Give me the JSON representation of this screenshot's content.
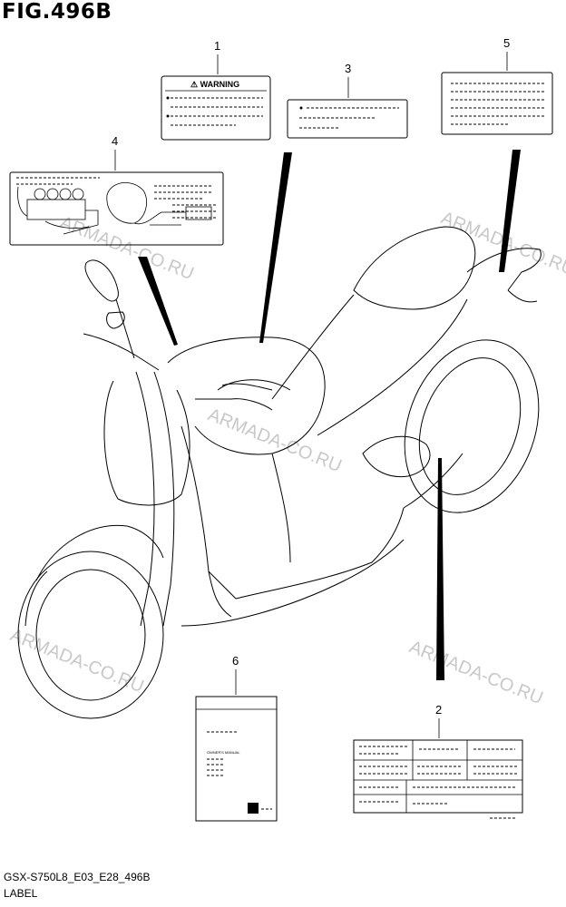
{
  "figure": {
    "title": "FIG.496B"
  },
  "footer": {
    "code": "GSX-S750L8_E03_E28_496B",
    "name": "LABEL"
  },
  "callouts": [
    {
      "id": "1",
      "label": "1"
    },
    {
      "id": "2",
      "label": "2"
    },
    {
      "id": "3",
      "label": "3"
    },
    {
      "id": "4",
      "label": "4"
    },
    {
      "id": "5",
      "label": "5"
    },
    {
      "id": "6",
      "label": "6"
    }
  ],
  "label1": {
    "heading": "⚠ WARNING"
  },
  "label6": {
    "text": "OWNER'S MANUAL"
  },
  "watermark": {
    "text": "ARMADA-CO.RU"
  }
}
